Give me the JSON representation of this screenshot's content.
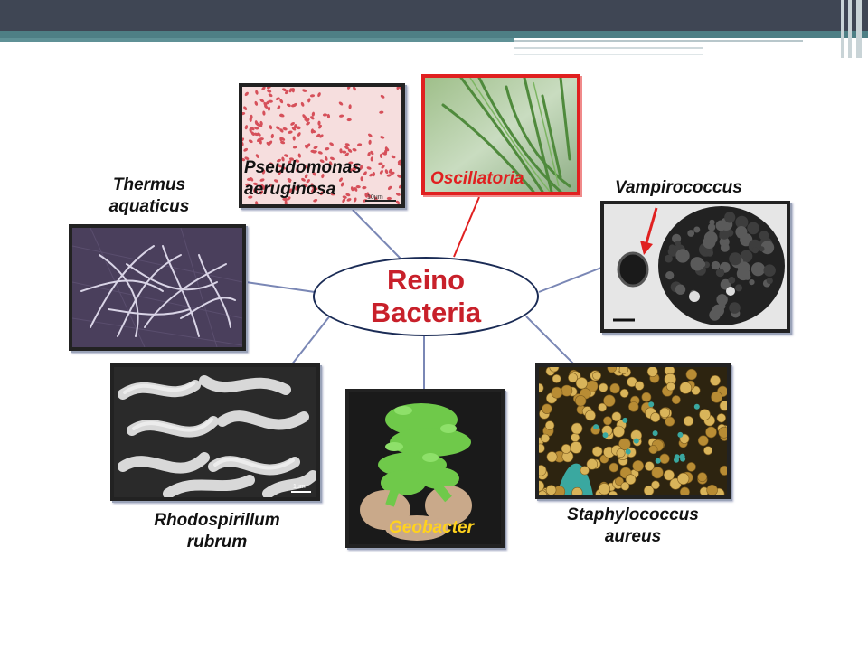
{
  "center": {
    "line1": "Reino",
    "line2": "Bacteria"
  },
  "organisms": {
    "pseudomonas": {
      "line1": "Pseudomonas",
      "line2": "aeruginosa",
      "scale": "10μm"
    },
    "oscillatoria": {
      "name": "Oscillatoria"
    },
    "thermus": {
      "line1": "Thermus",
      "line2": "aquaticus"
    },
    "vampirococcus": {
      "name": "Vampirococcus"
    },
    "rhodospirillum": {
      "line1": "Rhodospirillum",
      "line2": "rubrum",
      "scale": "1μm"
    },
    "geobacter": {
      "name": "Geobacter"
    },
    "staphylococcus": {
      "line1": "Staphylococcus",
      "line2": "aureus"
    }
  },
  "colors": {
    "center_text": "#c8202a",
    "connector": "#7a87b5",
    "highlight": "#e02020",
    "geobacter_label": "#ffd21e"
  }
}
